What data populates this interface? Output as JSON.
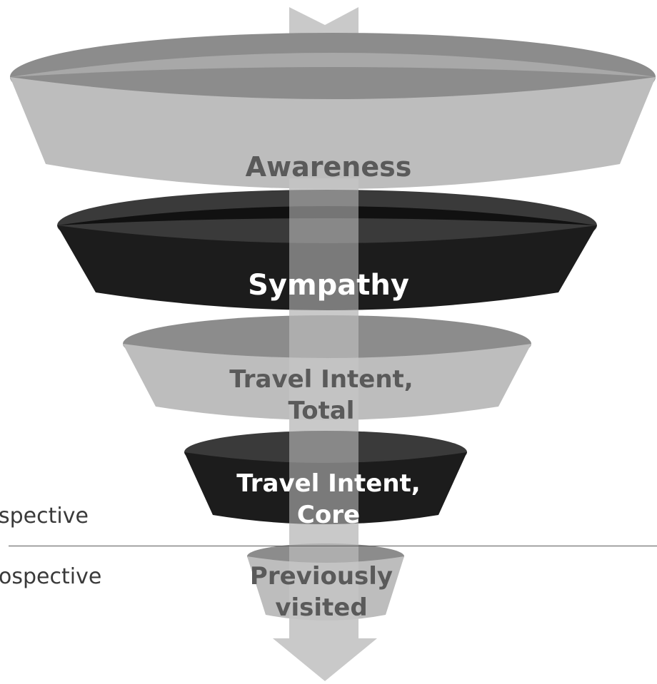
{
  "stages": [
    {
      "label": "Awareness",
      "tone": "light"
    },
    {
      "label": "Sympathy",
      "tone": "dark"
    },
    {
      "label": "Travel Intent, Total",
      "tone": "light"
    },
    {
      "label": "Travel Intent, Core",
      "tone": "dark"
    },
    {
      "label": "Previously visited",
      "tone": "light"
    }
  ],
  "side_labels": {
    "upper": "spective",
    "lower": "ospective"
  },
  "colors": {
    "light_ring": "#bdbdbd",
    "light_ring_inner": "#8c8c8c",
    "dark_ring": "#1c1c1c",
    "dark_ring_inner": "#3a3a3a",
    "arrow": "#c9c9c9",
    "light_text": "#5a5a5a",
    "dark_text": "#ffffff"
  }
}
